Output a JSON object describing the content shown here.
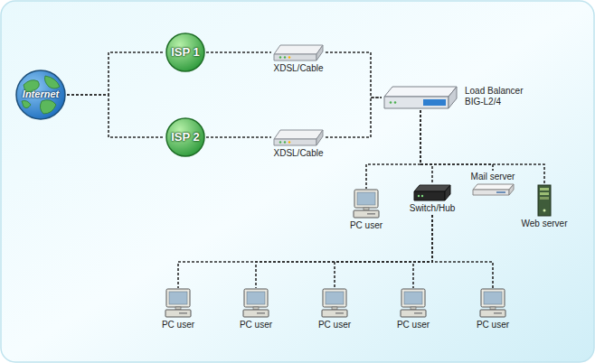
{
  "diagram": {
    "nodes": [
      {
        "text": [
          "Internet"
        ]
      },
      {
        "text": [
          "ISP 1"
        ]
      },
      {
        "text": [
          "ISP 2"
        ]
      },
      {
        "text": [
          "XDSL/Cable"
        ]
      },
      {
        "text": [
          "XDSL/Cable"
        ]
      },
      {
        "text": [
          "Load Balancer BIG-L2/4"
        ]
      },
      {
        "text": [
          "PC user"
        ]
      },
      {
        "text": [
          "Switch/Hub"
        ]
      },
      {
        "text": [
          "Mail server"
        ]
      },
      {
        "text": [
          "Web server"
        ]
      },
      {
        "text": [
          "PC user"
        ]
      },
      {
        "text": [
          "PC user"
        ]
      },
      {
        "text": [
          "PC user"
        ]
      },
      {
        "text": [
          "PC user"
        ]
      },
      {
        "text": [
          "PC user"
        ]
      }
    ],
    "edges": [
      {
        "from": 0,
        "to": 1,
        "arrow": "none"
      },
      {
        "from": 0,
        "to": 2,
        "arrow": "none"
      },
      {
        "from": 1,
        "to": 3,
        "arrow": "none"
      },
      {
        "from": 2,
        "to": 4,
        "arrow": "none"
      },
      {
        "from": 3,
        "to": 5,
        "arrow": "none"
      },
      {
        "from": 4,
        "to": 5,
        "arrow": "none"
      },
      {
        "from": 5,
        "to": 6,
        "arrow": "none"
      },
      {
        "from": 5,
        "to": 7,
        "arrow": "none"
      },
      {
        "from": 5,
        "to": 8,
        "arrow": "none"
      },
      {
        "from": 5,
        "to": 9,
        "arrow": "none"
      },
      {
        "from": 7,
        "to": 10,
        "arrow": "none"
      },
      {
        "from": 7,
        "to": 11,
        "arrow": "none"
      },
      {
        "from": 7,
        "to": 12,
        "arrow": "none"
      },
      {
        "from": 7,
        "to": 13,
        "arrow": "none"
      },
      {
        "from": 7,
        "to": 14,
        "arrow": "none"
      }
    ]
  }
}
